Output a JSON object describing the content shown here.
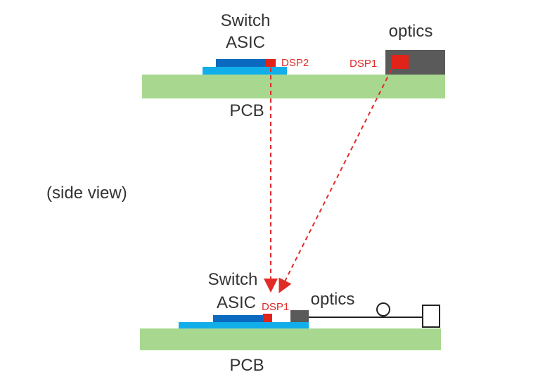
{
  "colors": {
    "pcb": "#a8d890",
    "substrate": "#12aeea",
    "asic": "#0b6abf",
    "dsp": "#e2231a",
    "optics": "#5a5a5a",
    "arrow": "#e02b27",
    "text": "#333333",
    "fiber": "#222222"
  },
  "side_label": "(side view)",
  "top": {
    "switch_label_line1": "Switch",
    "switch_label_line2": "ASIC",
    "dsp_asic_label": "DSP2",
    "optics_label": "optics",
    "dsp_optics_label": "DSP1",
    "pcb_label": "PCB"
  },
  "bottom": {
    "switch_label_line1": "Switch",
    "switch_label_line2": "ASIC",
    "dsp_label": "DSP1",
    "optics_label": "optics",
    "pcb_label": "PCB"
  }
}
